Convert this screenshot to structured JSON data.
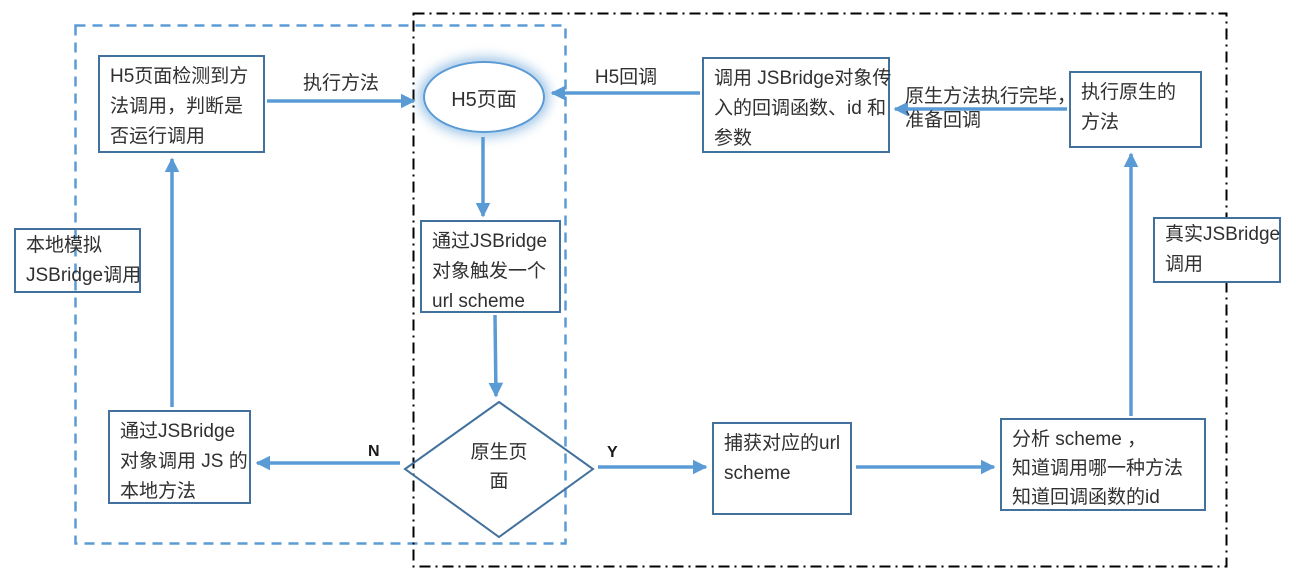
{
  "colors": {
    "arrow": "#5B9BD5",
    "node_border": "#41719C",
    "ellipse_border": "#5B9BD5",
    "dashed_container": "#5B9BD5",
    "dashdot_container": "#000000",
    "text": "#303030"
  },
  "nodes": {
    "h5_detect": {
      "line1": "H5页面检测到方",
      "line2": "法调用，判断是",
      "line3": "否运行调用"
    },
    "h5_page": {
      "label": "H5页面"
    },
    "callback_invoke": {
      "line1": "调用 JSBridge对象传",
      "line2": "入的回调函数、id 和",
      "line3": "参数"
    },
    "exec_native": {
      "line1": "执行原生的",
      "line2": "方法"
    },
    "local_sim": {
      "line1": "本地模拟",
      "line2": "JSBridge调用"
    },
    "trigger_scheme": {
      "line1": "通过JSBridge",
      "line2": "对象触发一个",
      "line3": "url scheme"
    },
    "real_call": {
      "line1": "真实JSBridge",
      "line2": "调用"
    },
    "call_js": {
      "line1": "通过JSBridge",
      "line2": "对象调用 JS 的",
      "line3": "本地方法"
    },
    "native_page": {
      "line1": "原生页",
      "line2": "面"
    },
    "capture_scheme": {
      "line1": "捕获对应的url",
      "line2": "scheme"
    },
    "analyze_scheme": {
      "line1": "分析 scheme ，",
      "line2": "知道调用哪一种方法",
      "line3": "知道回调函数的id"
    }
  },
  "labels": {
    "exec_method": "执行方法",
    "h5_callback": "H5回调",
    "native_done_line1": "原生方法执行完毕，",
    "native_done_line2": "准备回调",
    "branch_no": "N",
    "branch_yes": "Y"
  }
}
